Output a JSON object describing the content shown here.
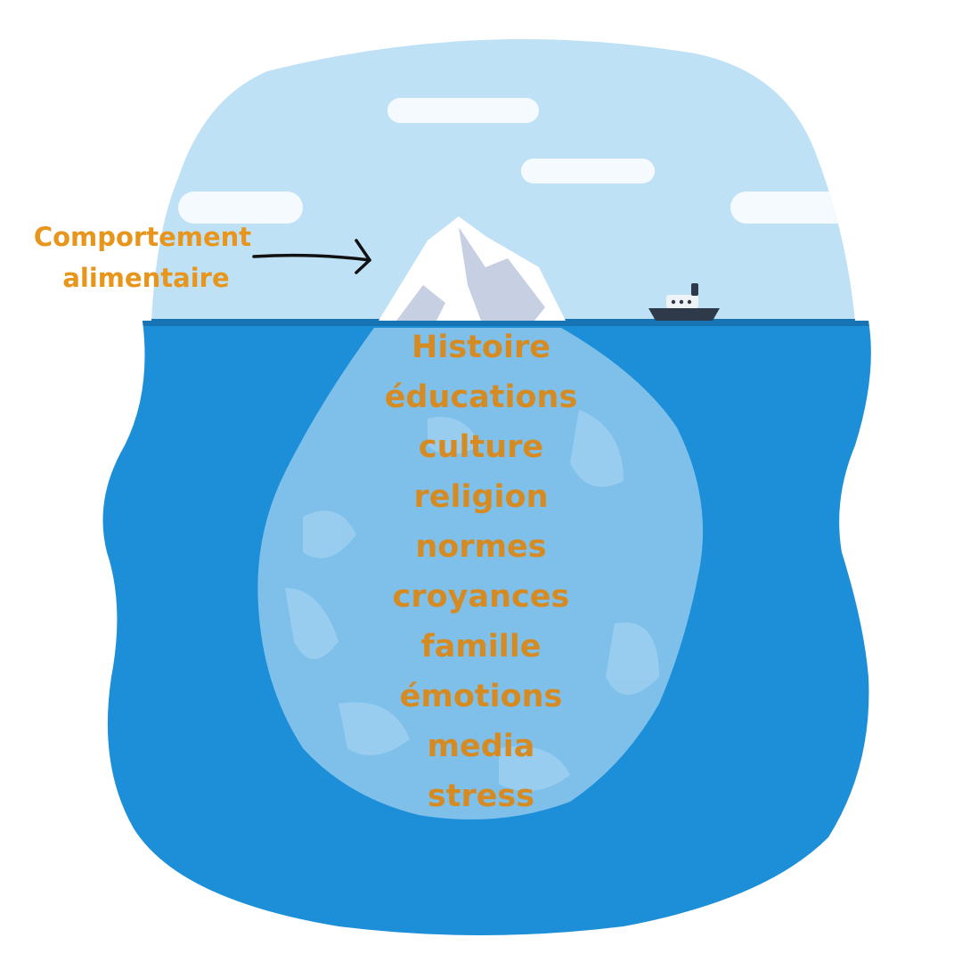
{
  "surface_label": {
    "line1": "Comportement",
    "line2": "alimentaire"
  },
  "hidden_factors": [
    "Histoire",
    "éducations",
    "culture",
    "religion",
    "normes",
    "croyances",
    "famille",
    "émotions",
    "media",
    "stress"
  ],
  "colors": {
    "label_text": "#e8951c",
    "sky": "#bfe1f6",
    "sea": "#1c8fd8",
    "ice_submerged": "#7fc0eb",
    "ice_tip": "#ffffff",
    "arrow": "#111111"
  }
}
